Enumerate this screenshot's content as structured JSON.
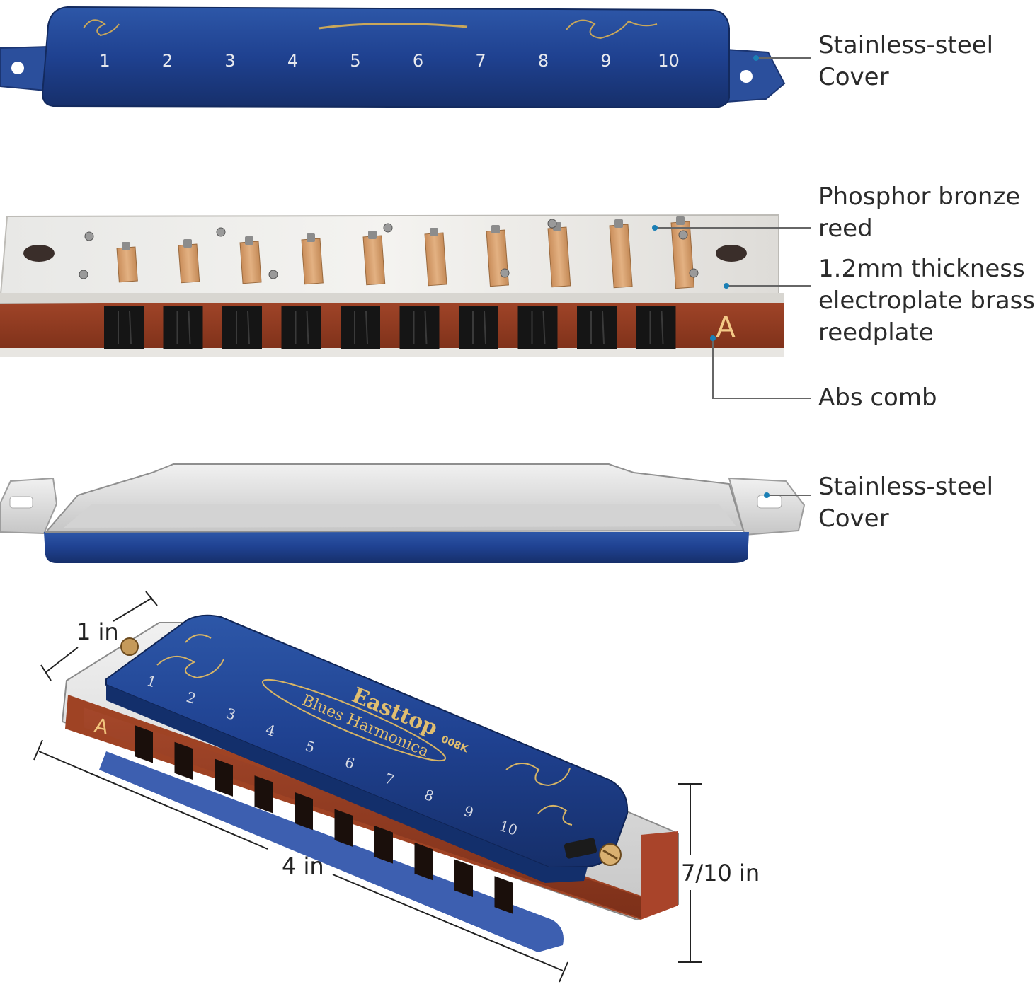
{
  "cover_top": {
    "hole_numbers": [
      "1",
      "2",
      "3",
      "4",
      "5",
      "6",
      "7",
      "8",
      "9",
      "10"
    ]
  },
  "comb": {
    "key_letter": "A"
  },
  "callouts": {
    "top_cover": [
      "Stainless-steel",
      "Cover"
    ],
    "reed": [
      "Phosphor bronze",
      "reed"
    ],
    "reedplate": [
      "1.2mm thickness",
      "electroplate brass",
      "reedplate"
    ],
    "comb": [
      "Abs comb"
    ],
    "bottom_cover": [
      "Stainless-steel",
      "Cover"
    ]
  },
  "assembled": {
    "hole_numbers": [
      "1",
      "2",
      "3",
      "4",
      "5",
      "6",
      "7",
      "8",
      "9",
      "10"
    ],
    "key_letter": "A",
    "brand_text": "Easttop",
    "model_text": "Blues Harmonica",
    "model_code": "008K"
  },
  "dimensions": {
    "depth": "1 in",
    "length": "4 in",
    "height": "7/10 in"
  },
  "colors": {
    "cover_blue": "#1f3f86",
    "comb_brown": "#9a3f22",
    "steel": "#d9d9d9",
    "reed_bronze": "#d7a06c",
    "callout_dot": "#1a7fb5"
  }
}
